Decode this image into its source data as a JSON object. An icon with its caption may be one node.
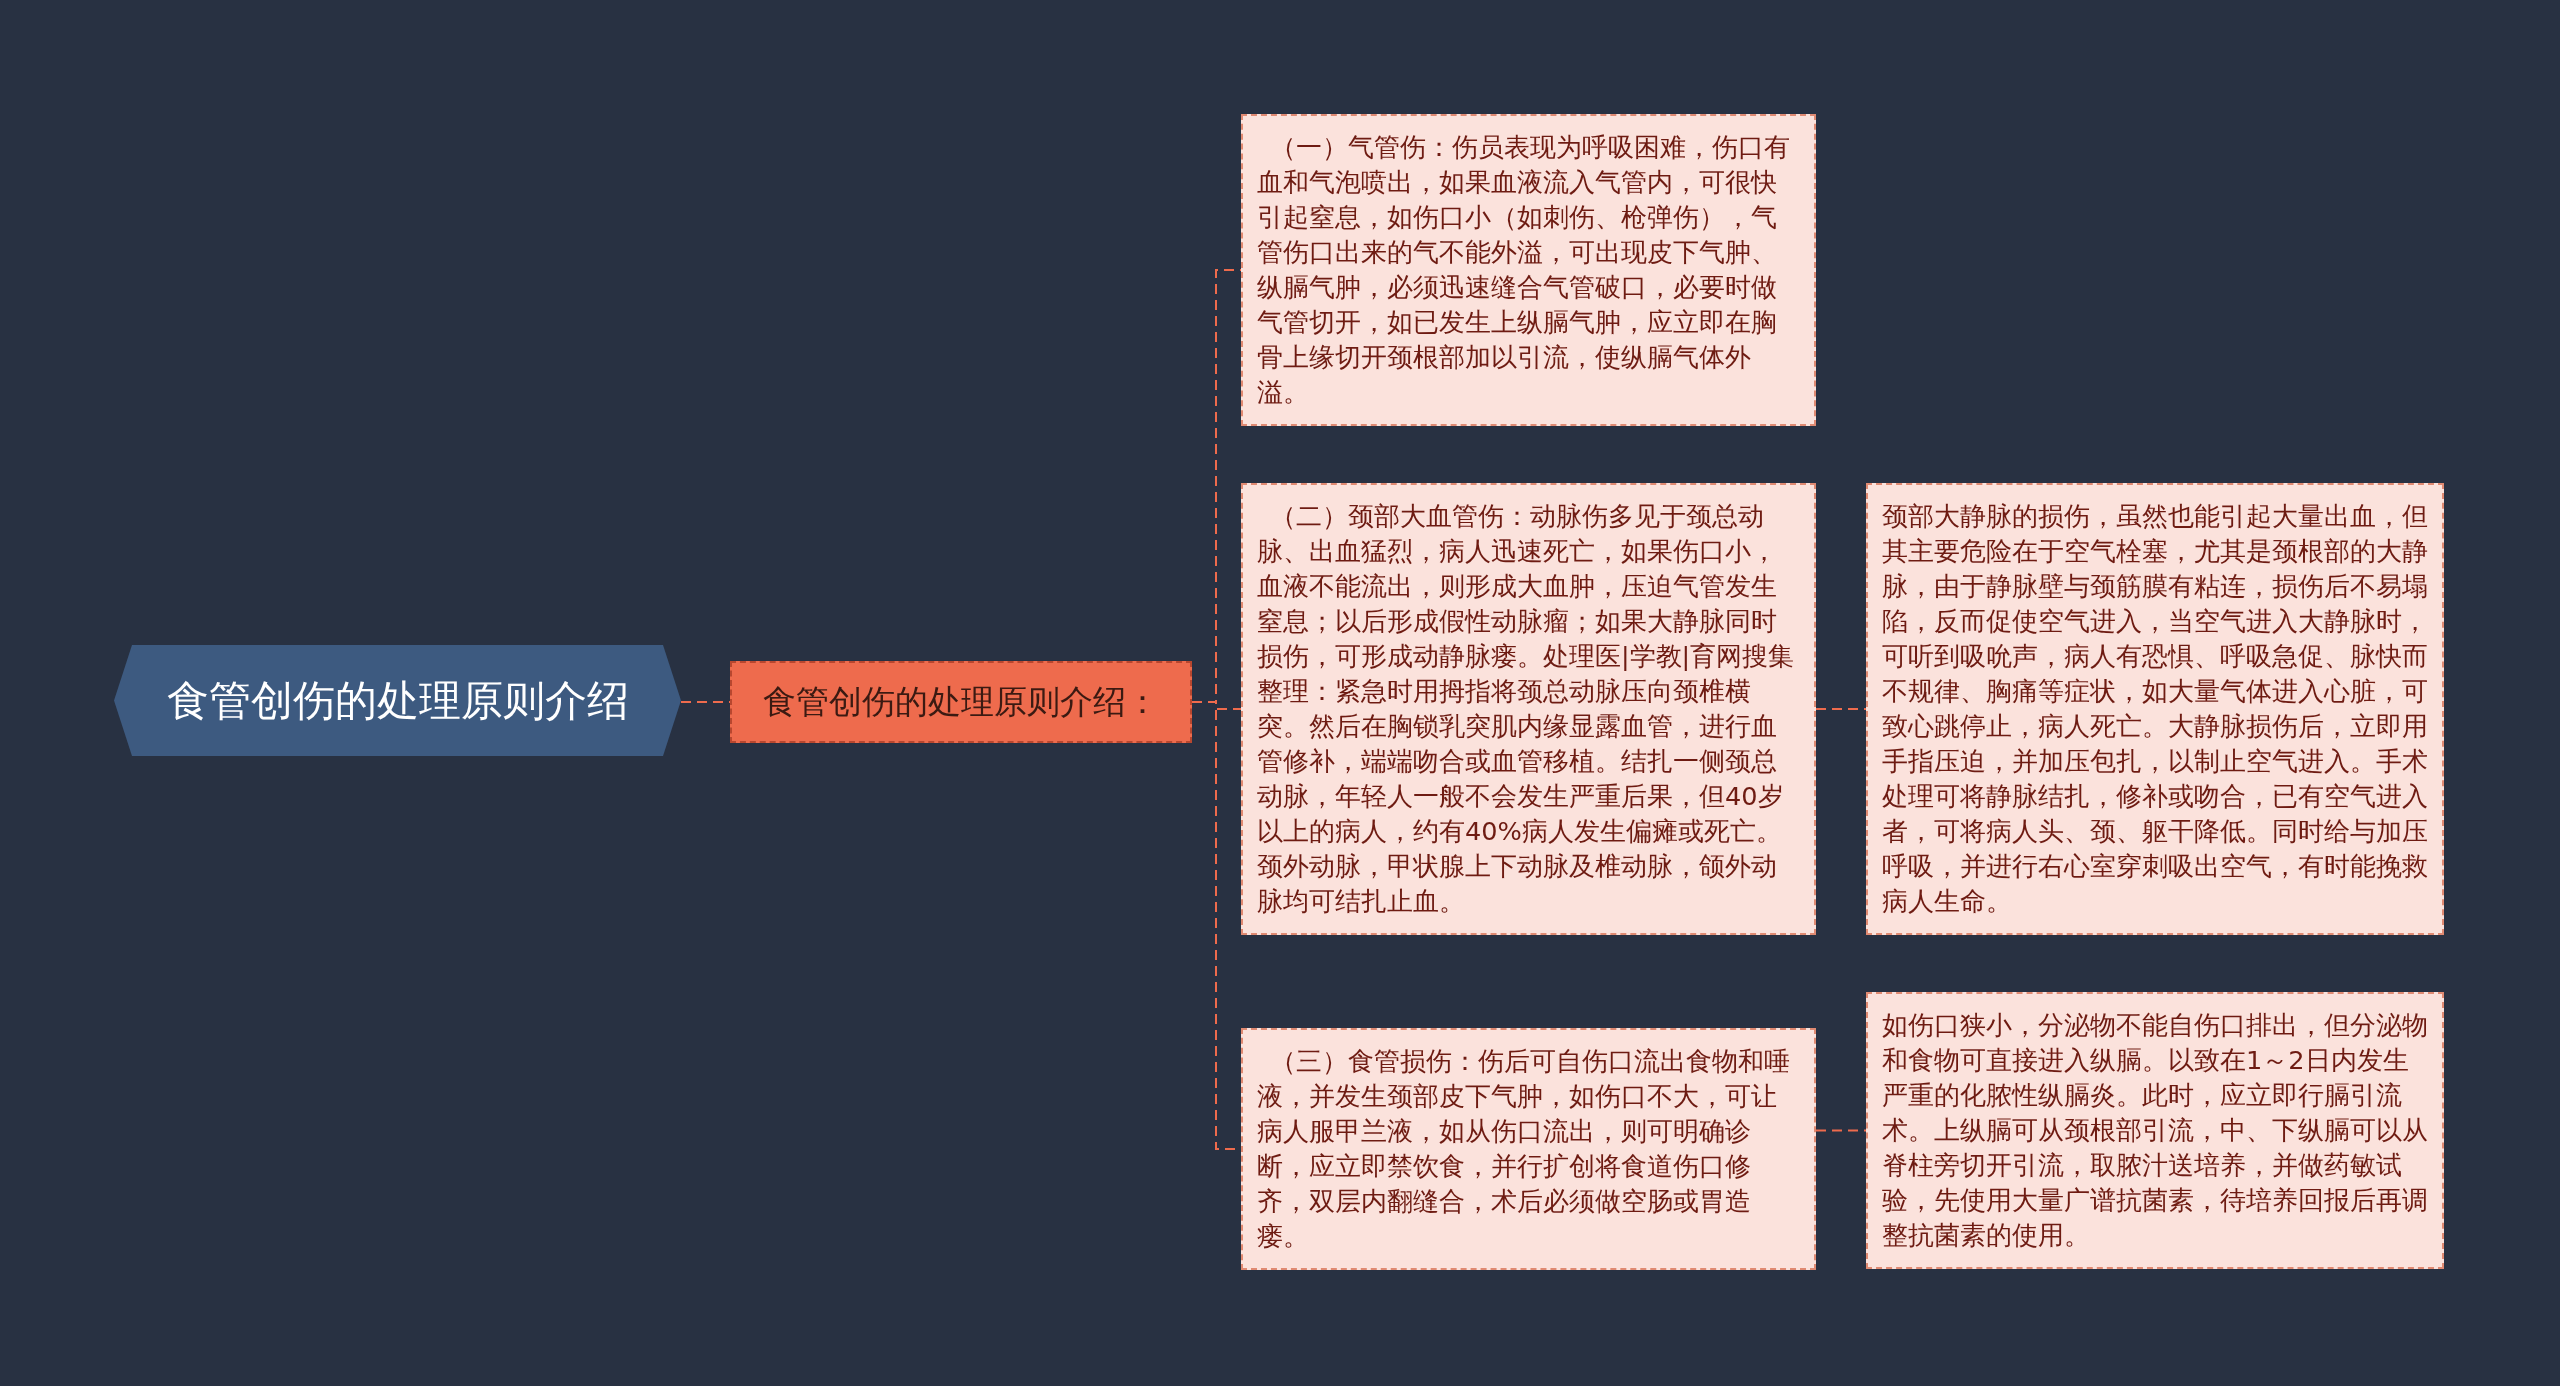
{
  "diagram": {
    "nodes": [
      {
        "text": [
          "食管创伤的处理原则介绍"
        ]
      },
      {
        "text": [
          "食管创伤的处理原则介绍："
        ]
      },
      {
        "text": [
          "（一）气管伤：伤员表现为呼吸困难，伤口有血和气泡喷出，如果血液流入气管内，可很快引起窒息，如伤口小（如刺伤、枪弹伤），气管伤口出来的气不能外溢，可出现皮下气肿、纵膈气肿，必须迅速缝合气管破口，必要时做气管切开，如已发生上纵膈气肿，应立即在胸骨上缘切开颈根部加以引流，使纵膈气体外溢。"
        ]
      },
      {
        "text": [
          "（二）颈部大血管伤：动脉伤多见于颈总动脉、出血猛烈，病人迅速死亡，如果伤口小，血液不能流出，则形成大血肿，压迫气管发生窒息；以后形成假性动脉瘤；如果大静脉同时损伤，可形成动静脉瘘。处理医|学教|育网搜集整理：紧急时用拇指将颈总动脉压向颈椎横突。然后在胸锁乳突肌内缘显露血管，进行血管修补，端端吻合或血管移植。结扎一侧颈总动脉，年轻人一般不会发生严重后果，但40岁以上的病人，约有40%病人发生偏瘫或死亡。颈外动脉，甲状腺上下动脉及椎动脉，颌外动脉均可结扎止血。"
        ]
      },
      {
        "text": [
          "（三）食管损伤：伤后可自伤口流出食物和唾液，并发生颈部皮下气肿，如伤口不大，可让病人服甲兰液，如从伤口流出，则可明确诊断，应立即禁饮食，并行扩创将食道伤口修齐，双层内翻缝合，术后必须做空肠或胃造瘘。"
        ]
      },
      {
        "text": [
          "颈部大静脉的损伤，虽然也能引起大量出血，但其主要危险在于空气栓塞，尤其是颈根部的大静脉，由于静脉壁与颈筋膜有粘连，损伤后不易塌陷，反而促使空气进入，当空气进入大静脉时，可听到吸吮声，病人有恐惧、呼吸急促、脉快而不规律、胸痛等症状，如大量气体进入心脏，可致心跳停止，病人死亡。大静脉损伤后，立即用手指压迫，并加压包扎，以制止空气进入。手术处理可将静脉结扎，修补或吻合，已有空气进入者，可将病人头、颈、躯干降低。同时给与加压呼吸，并进行右心室穿刺吸出空气，有时能挽救病人生命。"
        ]
      },
      {
        "text": [
          "如伤口狭小，分泌物不能自伤口排出，但分泌物和食物可直接进入纵膈。以致在1～2日内发生严重的化脓性纵膈炎。此时，应立即行膈引流术。上纵膈可从颈根部引流，中、下纵膈可以从脊柱旁切开引流，取脓汁送培养，并做药敏试验，先使用大量广谱抗菌素，待培养回报后再调整抗菌素的使用。"
        ]
      }
    ],
    "edges": [
      {
        "from": 0,
        "to": 1,
        "arrow": "none"
      },
      {
        "from": 1,
        "to": 2,
        "arrow": "none"
      },
      {
        "from": 1,
        "to": 3,
        "arrow": "none"
      },
      {
        "from": 1,
        "to": 4,
        "arrow": "none"
      },
      {
        "from": 3,
        "to": 5,
        "arrow": "none"
      },
      {
        "from": 4,
        "to": 6,
        "arrow": "none"
      }
    ]
  }
}
